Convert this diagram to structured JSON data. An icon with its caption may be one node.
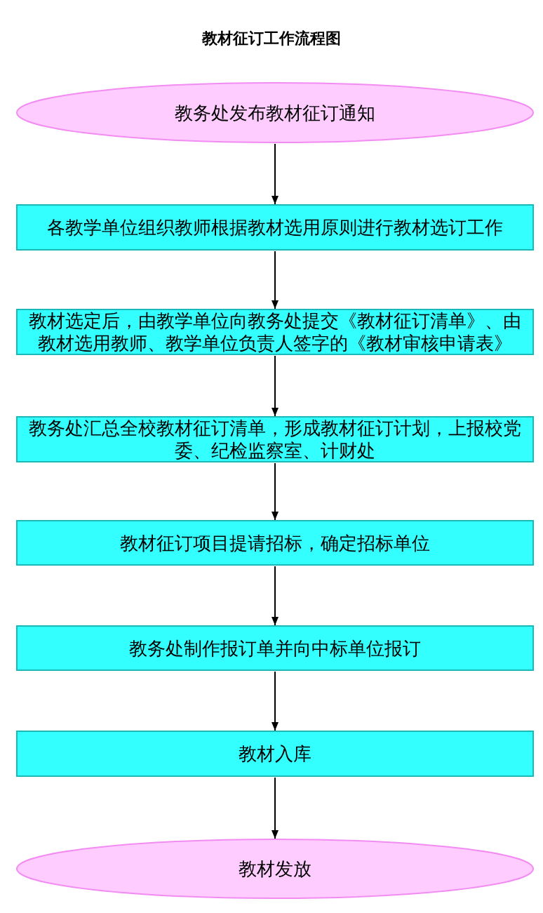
{
  "diagram": {
    "title": "教材征订工作流程图",
    "nodes": [
      {
        "text": [
          "教务处发布教材征订通知"
        ]
      },
      {
        "text": [
          "各教学单位组织教师根据教材选用原则进行教材选订工作"
        ]
      },
      {
        "text": [
          "教材选定后，由教学单位向教务处提交《教材征订清单》、由教材选用教师、教学单位负责人签字的《教材审核申请表》"
        ]
      },
      {
        "text": [
          "教务处汇总全校教材征订清单，形成教材征订计划，上报校党委、纪检监察室、计财处"
        ]
      },
      {
        "text": [
          "教材征订项目提请招标，确定招标单位"
        ]
      },
      {
        "text": [
          "教务处制作报订单并向中标单位报订"
        ]
      },
      {
        "text": [
          "教材入库"
        ]
      },
      {
        "text": [
          "教材发放"
        ]
      }
    ],
    "edges": [
      {
        "from": 0,
        "to": 1,
        "arrow": "to"
      },
      {
        "from": 1,
        "to": 2,
        "arrow": "to"
      },
      {
        "from": 2,
        "to": 3,
        "arrow": "to"
      },
      {
        "from": 3,
        "to": 4,
        "arrow": "to"
      },
      {
        "from": 4,
        "to": 5,
        "arrow": "to"
      },
      {
        "from": 5,
        "to": 6,
        "arrow": "to"
      },
      {
        "from": 6,
        "to": 7,
        "arrow": "to"
      }
    ]
  }
}
